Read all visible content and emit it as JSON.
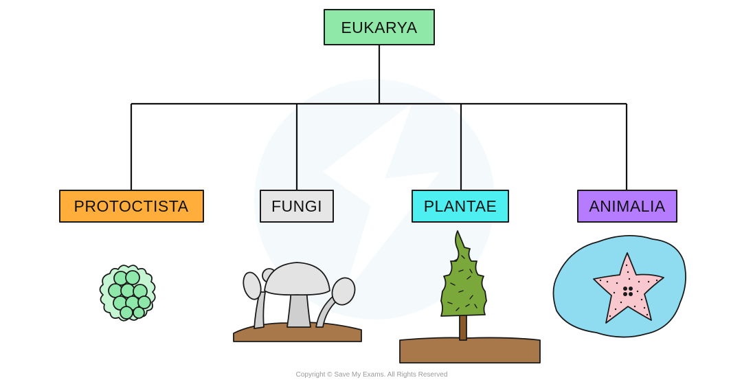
{
  "root": {
    "label": "EUKARYA",
    "color": "#8fe8a8"
  },
  "kingdoms": [
    {
      "label": "PROTOCTISTA",
      "color": "#ffae3c",
      "icon": "protoctist-cell-cluster-icon"
    },
    {
      "label": "FUNGI",
      "color": "#e6e6e6",
      "icon": "mushrooms-icon"
    },
    {
      "label": "PLANTAE",
      "color": "#4deff0",
      "icon": "conifer-tree-icon"
    },
    {
      "label": "ANIMALIA",
      "color": "#b57cff",
      "icon": "starfish-in-water-icon"
    }
  ],
  "copyright": "Copyright © Save My Exams. All Rights Reserved"
}
